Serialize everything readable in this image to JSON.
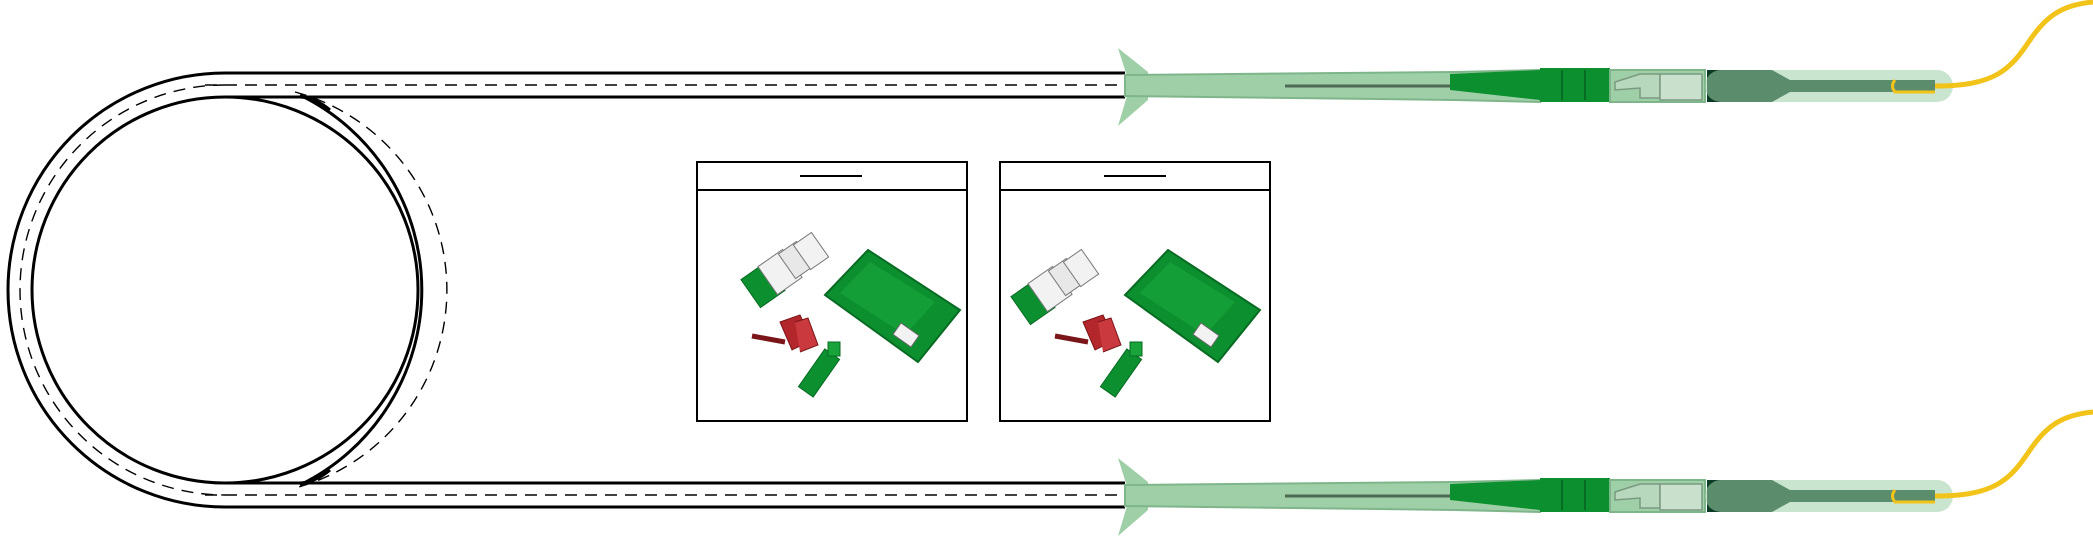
{
  "diagram": {
    "colors": {
      "line": "#000000",
      "boot": "#9fcfa7",
      "boot_dark": "#7fb58a",
      "connector_green": "#0c8f2f",
      "dark_green": "#0b3b24",
      "fiber_yellow": "#f2c318",
      "accessory_red": "#b3262b",
      "accessory_white": "#f2f2f2"
    },
    "nodes": [
      {
        "id": "fiber-loop",
        "kind": "cable-coil"
      },
      {
        "id": "top-breakout-assembly",
        "kind": "cable-end"
      },
      {
        "id": "bottom-breakout-assembly",
        "kind": "cable-end"
      },
      {
        "id": "accessory-bag-left",
        "kind": "accessory-bag",
        "caption": ""
      },
      {
        "id": "accessory-bag-right",
        "kind": "accessory-bag",
        "caption": ""
      }
    ]
  }
}
